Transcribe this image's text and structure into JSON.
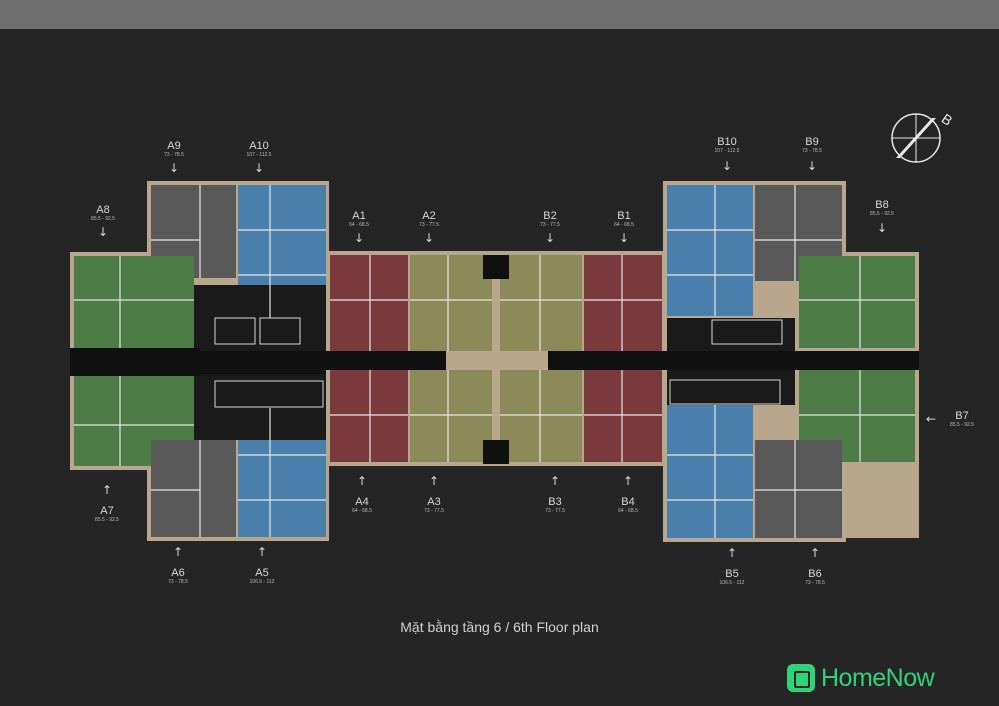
{
  "caption": "Mặt bằng tầng 6 / 6th Floor plan",
  "brand": "HomeNow",
  "compass_letter": "B",
  "colors": {
    "background": "#252525",
    "topbar": "#6e6e6e",
    "blue": "#4a7fab",
    "green": "#4d7c47",
    "grey": "#595959",
    "olive": "#8b8a58",
    "maroon": "#7a3a3d",
    "tan": "#b8a78c",
    "brand": "#2fd37a"
  },
  "units": [
    {
      "name": "A9",
      "area": "73 - 78.5"
    },
    {
      "name": "A10",
      "area": "107 - 112.5"
    },
    {
      "name": "A8",
      "area": "85.5 - 92.5"
    },
    {
      "name": "A1",
      "area": "64 - 68.5"
    },
    {
      "name": "A2",
      "area": "73 - 77.5"
    },
    {
      "name": "B2",
      "area": "73 - 77.5"
    },
    {
      "name": "B1",
      "area": "64 - 68.5"
    },
    {
      "name": "B10",
      "area": "107 - 112.5"
    },
    {
      "name": "B9",
      "area": "73 - 78.5"
    },
    {
      "name": "B8",
      "area": "85.5 - 92.5"
    },
    {
      "name": "B7",
      "area": "85.5 - 92.5"
    },
    {
      "name": "A7",
      "area": "85.5 - 92.5"
    },
    {
      "name": "A4",
      "area": "64 - 68.5"
    },
    {
      "name": "A3",
      "area": "73 - 77.5"
    },
    {
      "name": "B3",
      "area": "73 - 77.5"
    },
    {
      "name": "B4",
      "area": "64 - 68.5"
    },
    {
      "name": "A6",
      "area": "73 - 78.5"
    },
    {
      "name": "A5",
      "area": "106.5 - 112"
    },
    {
      "name": "B5",
      "area": "106.5 - 112"
    },
    {
      "name": "B6",
      "area": "73 - 78.5"
    }
  ]
}
